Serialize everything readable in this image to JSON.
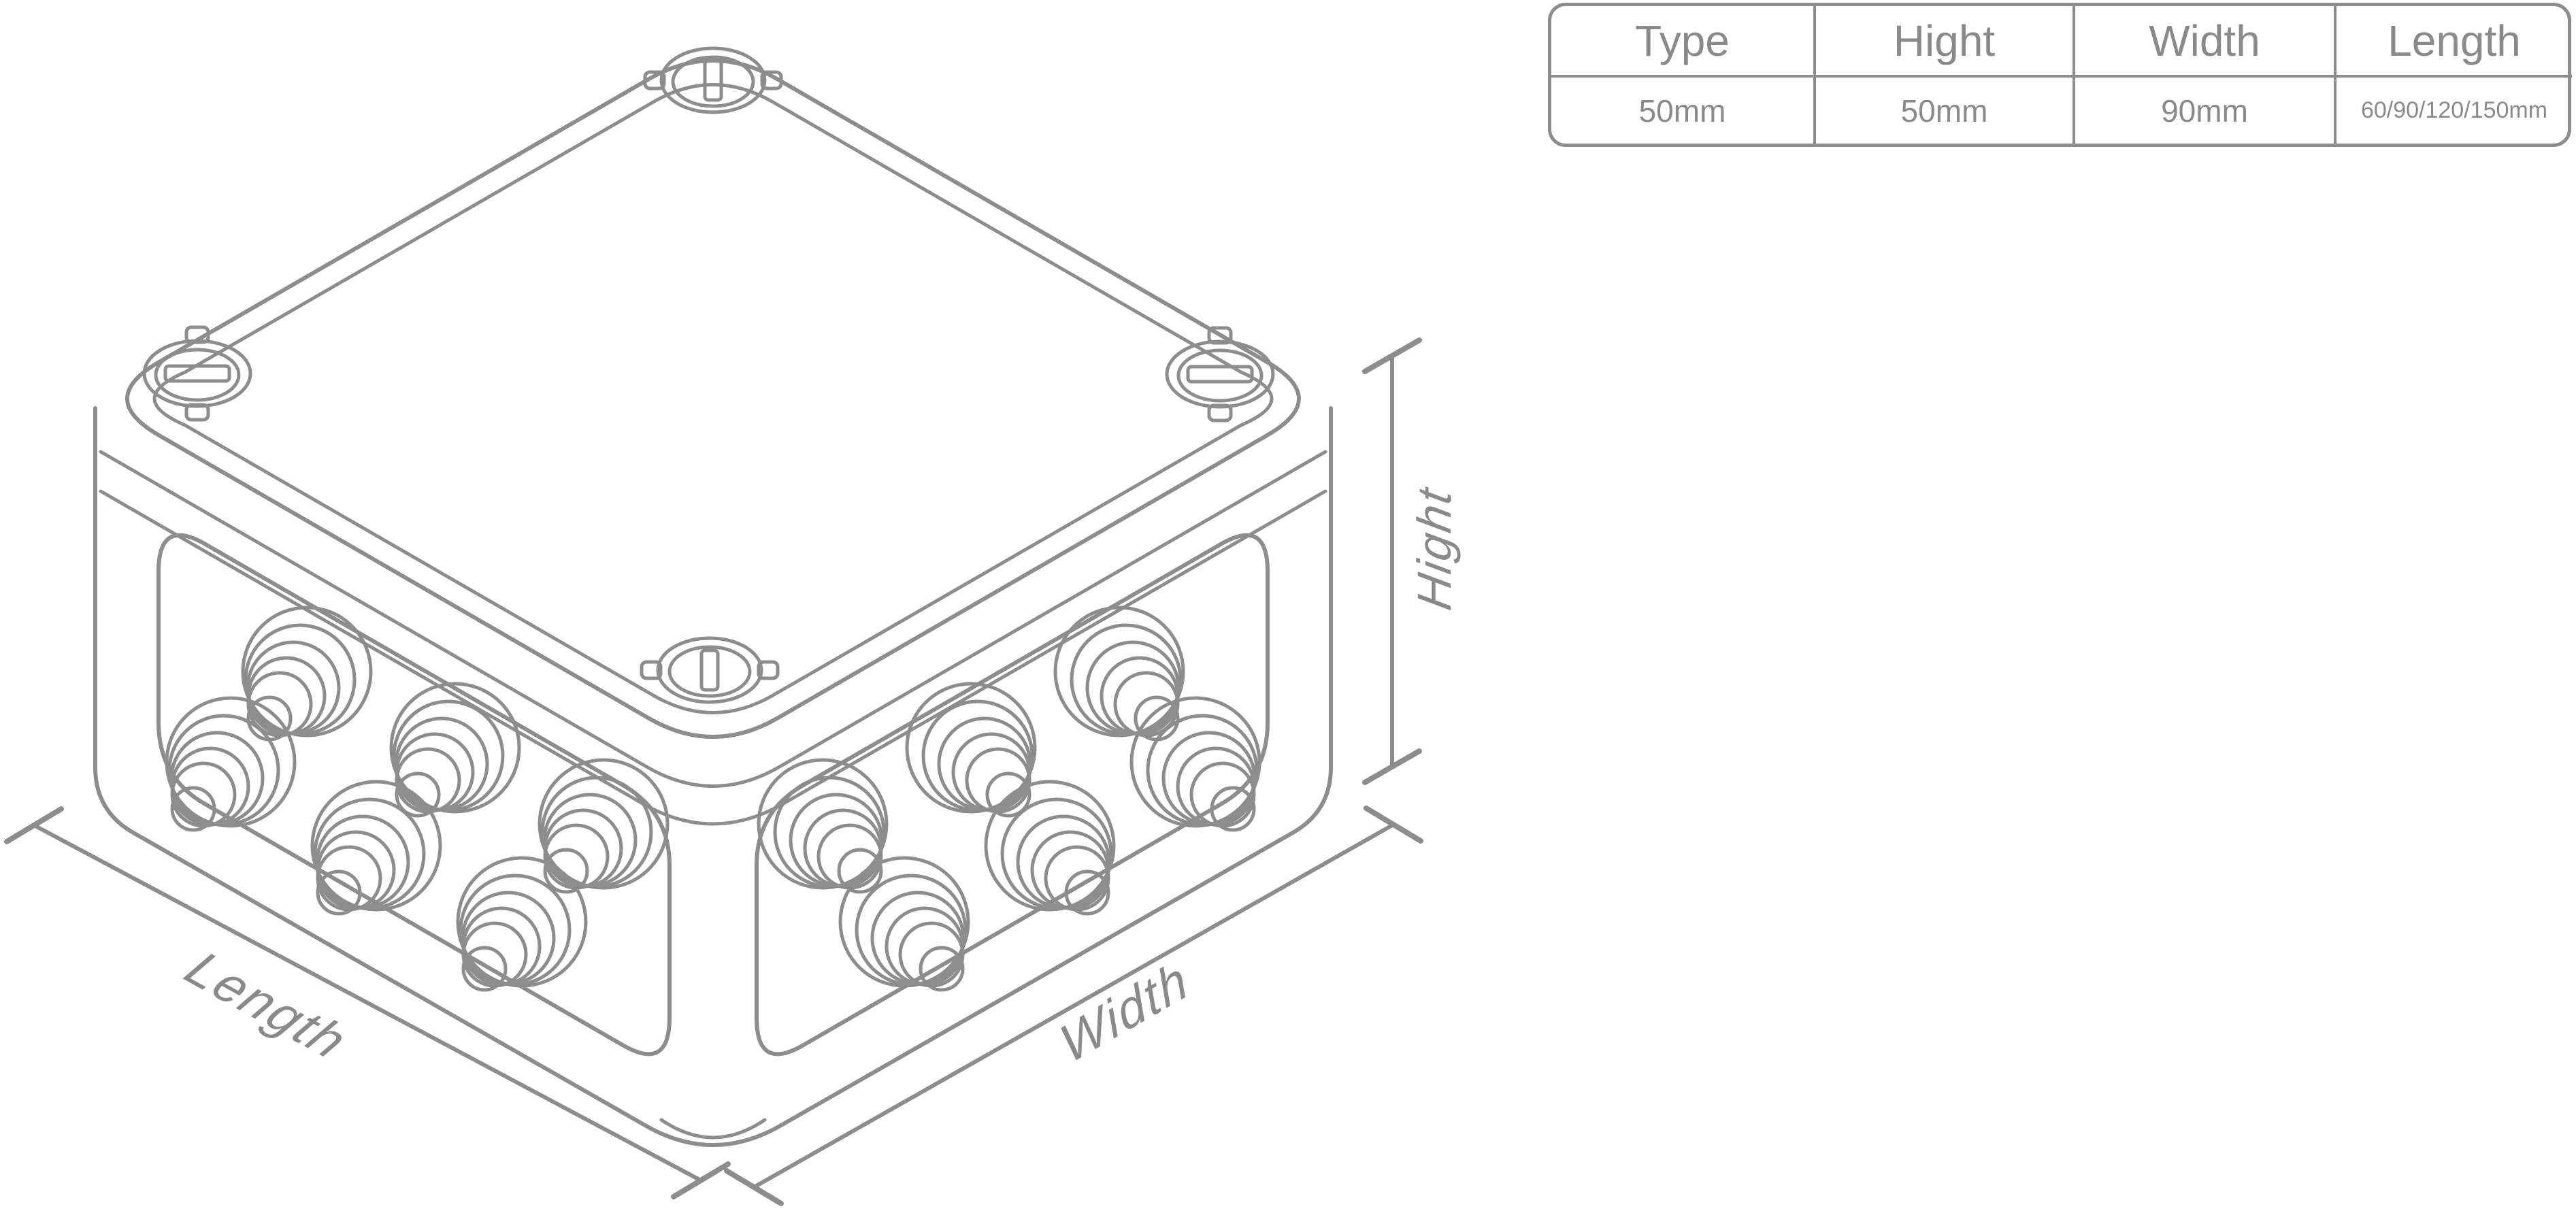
{
  "colors": {
    "background": "#ffffff",
    "line": "#8d8d8d",
    "text": "#8a8a8a"
  },
  "diagram": {
    "description": "isometric line drawing of a waterproof junction box with cable glands",
    "labels": {
      "length": "Length",
      "width": "Width",
      "height": "Hight"
    }
  },
  "spec_table": {
    "columns": [
      "Type",
      "Hight",
      "Width",
      "Length"
    ],
    "values": [
      "50mm",
      "50mm",
      "90mm",
      "60/90/120/150mm"
    ]
  }
}
